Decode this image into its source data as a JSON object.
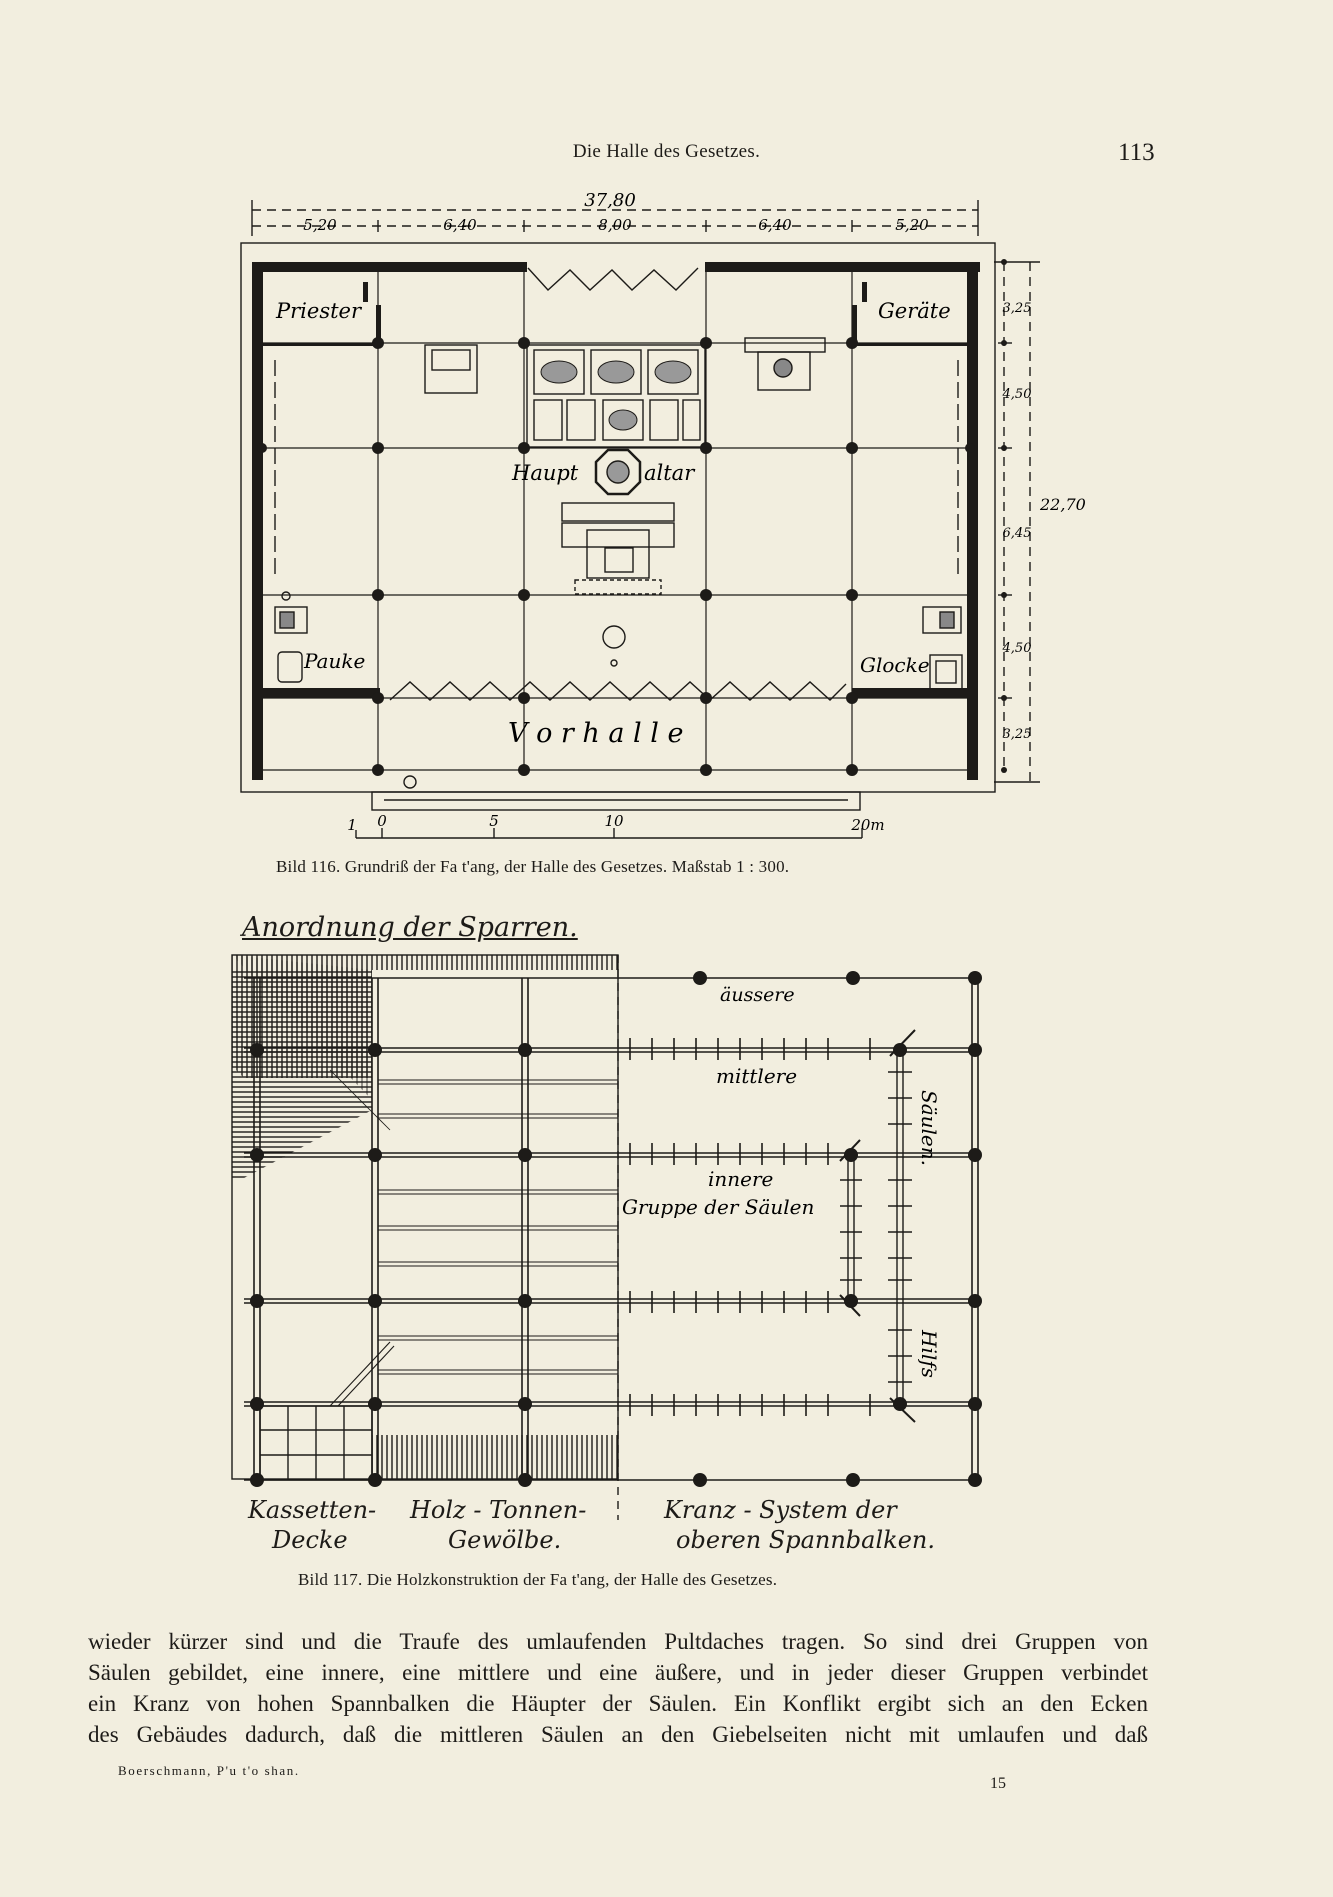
{
  "page": {
    "running_head": "Die Halle des Gesetzes.",
    "page_number": "113",
    "footer_left": "Boerschmann, P'u t'o shan.",
    "footer_right": "15"
  },
  "figure116": {
    "caption": "Bild 116.  Grundriß der Fa t'ang, der Halle des Gesetzes.  Maßstab 1 : 300.",
    "dim_total": "37,80",
    "dims_top": [
      "5,20",
      "6,40",
      "8,00",
      "6,40",
      "5,20"
    ],
    "dim_right_total": "22,70",
    "dims_right": [
      "3,25",
      "4,50",
      "6,45",
      "4,50",
      "3,25"
    ],
    "labels": {
      "priester": "Priester",
      "geraete": "Geräte",
      "haupt": "Haupt",
      "altar": "altar",
      "pauke": "Pauke",
      "glocke": "Glocke",
      "vorhalle": "V o r h a l l e"
    },
    "scale_labels": [
      "1",
      "0",
      "5",
      "10",
      "20m"
    ]
  },
  "figure117": {
    "title": "Anordnung der Sparren.",
    "caption": "Bild 117.  Die Holzkonstruktion der Fa t'ang, der Halle des Gesetzes.",
    "labels": {
      "aeussere": "äussere",
      "mittlere": "mittlere",
      "innere": "innere",
      "gruppe": "Gruppe der Säulen",
      "saeulen_v": "Säulen.",
      "hilfs": "Hilfs",
      "kassetten1": "Kassetten-",
      "kassetten2": "Decke",
      "holz1": "Holz - Tonnen-",
      "holz2": "Gewölbe.",
      "kranz1": "Kranz - System der",
      "kranz2": "oberen Spannbalken."
    }
  },
  "body": {
    "lines": [
      "wieder kürzer sind und die Traufe des umlaufenden Pultdaches tragen.  So sind drei Gruppen von",
      "Säulen gebildet, eine innere, eine mittlere und eine äußere, und in jeder dieser Gruppen verbindet",
      "ein Kranz von hohen Spannbalken die Häupter der Säulen.  Ein Konflikt ergibt sich an den Ecken",
      "des Gebäudes dadurch, daß die mittleren Säulen an den Giebelseiten nicht mit umlaufen und daß"
    ]
  }
}
